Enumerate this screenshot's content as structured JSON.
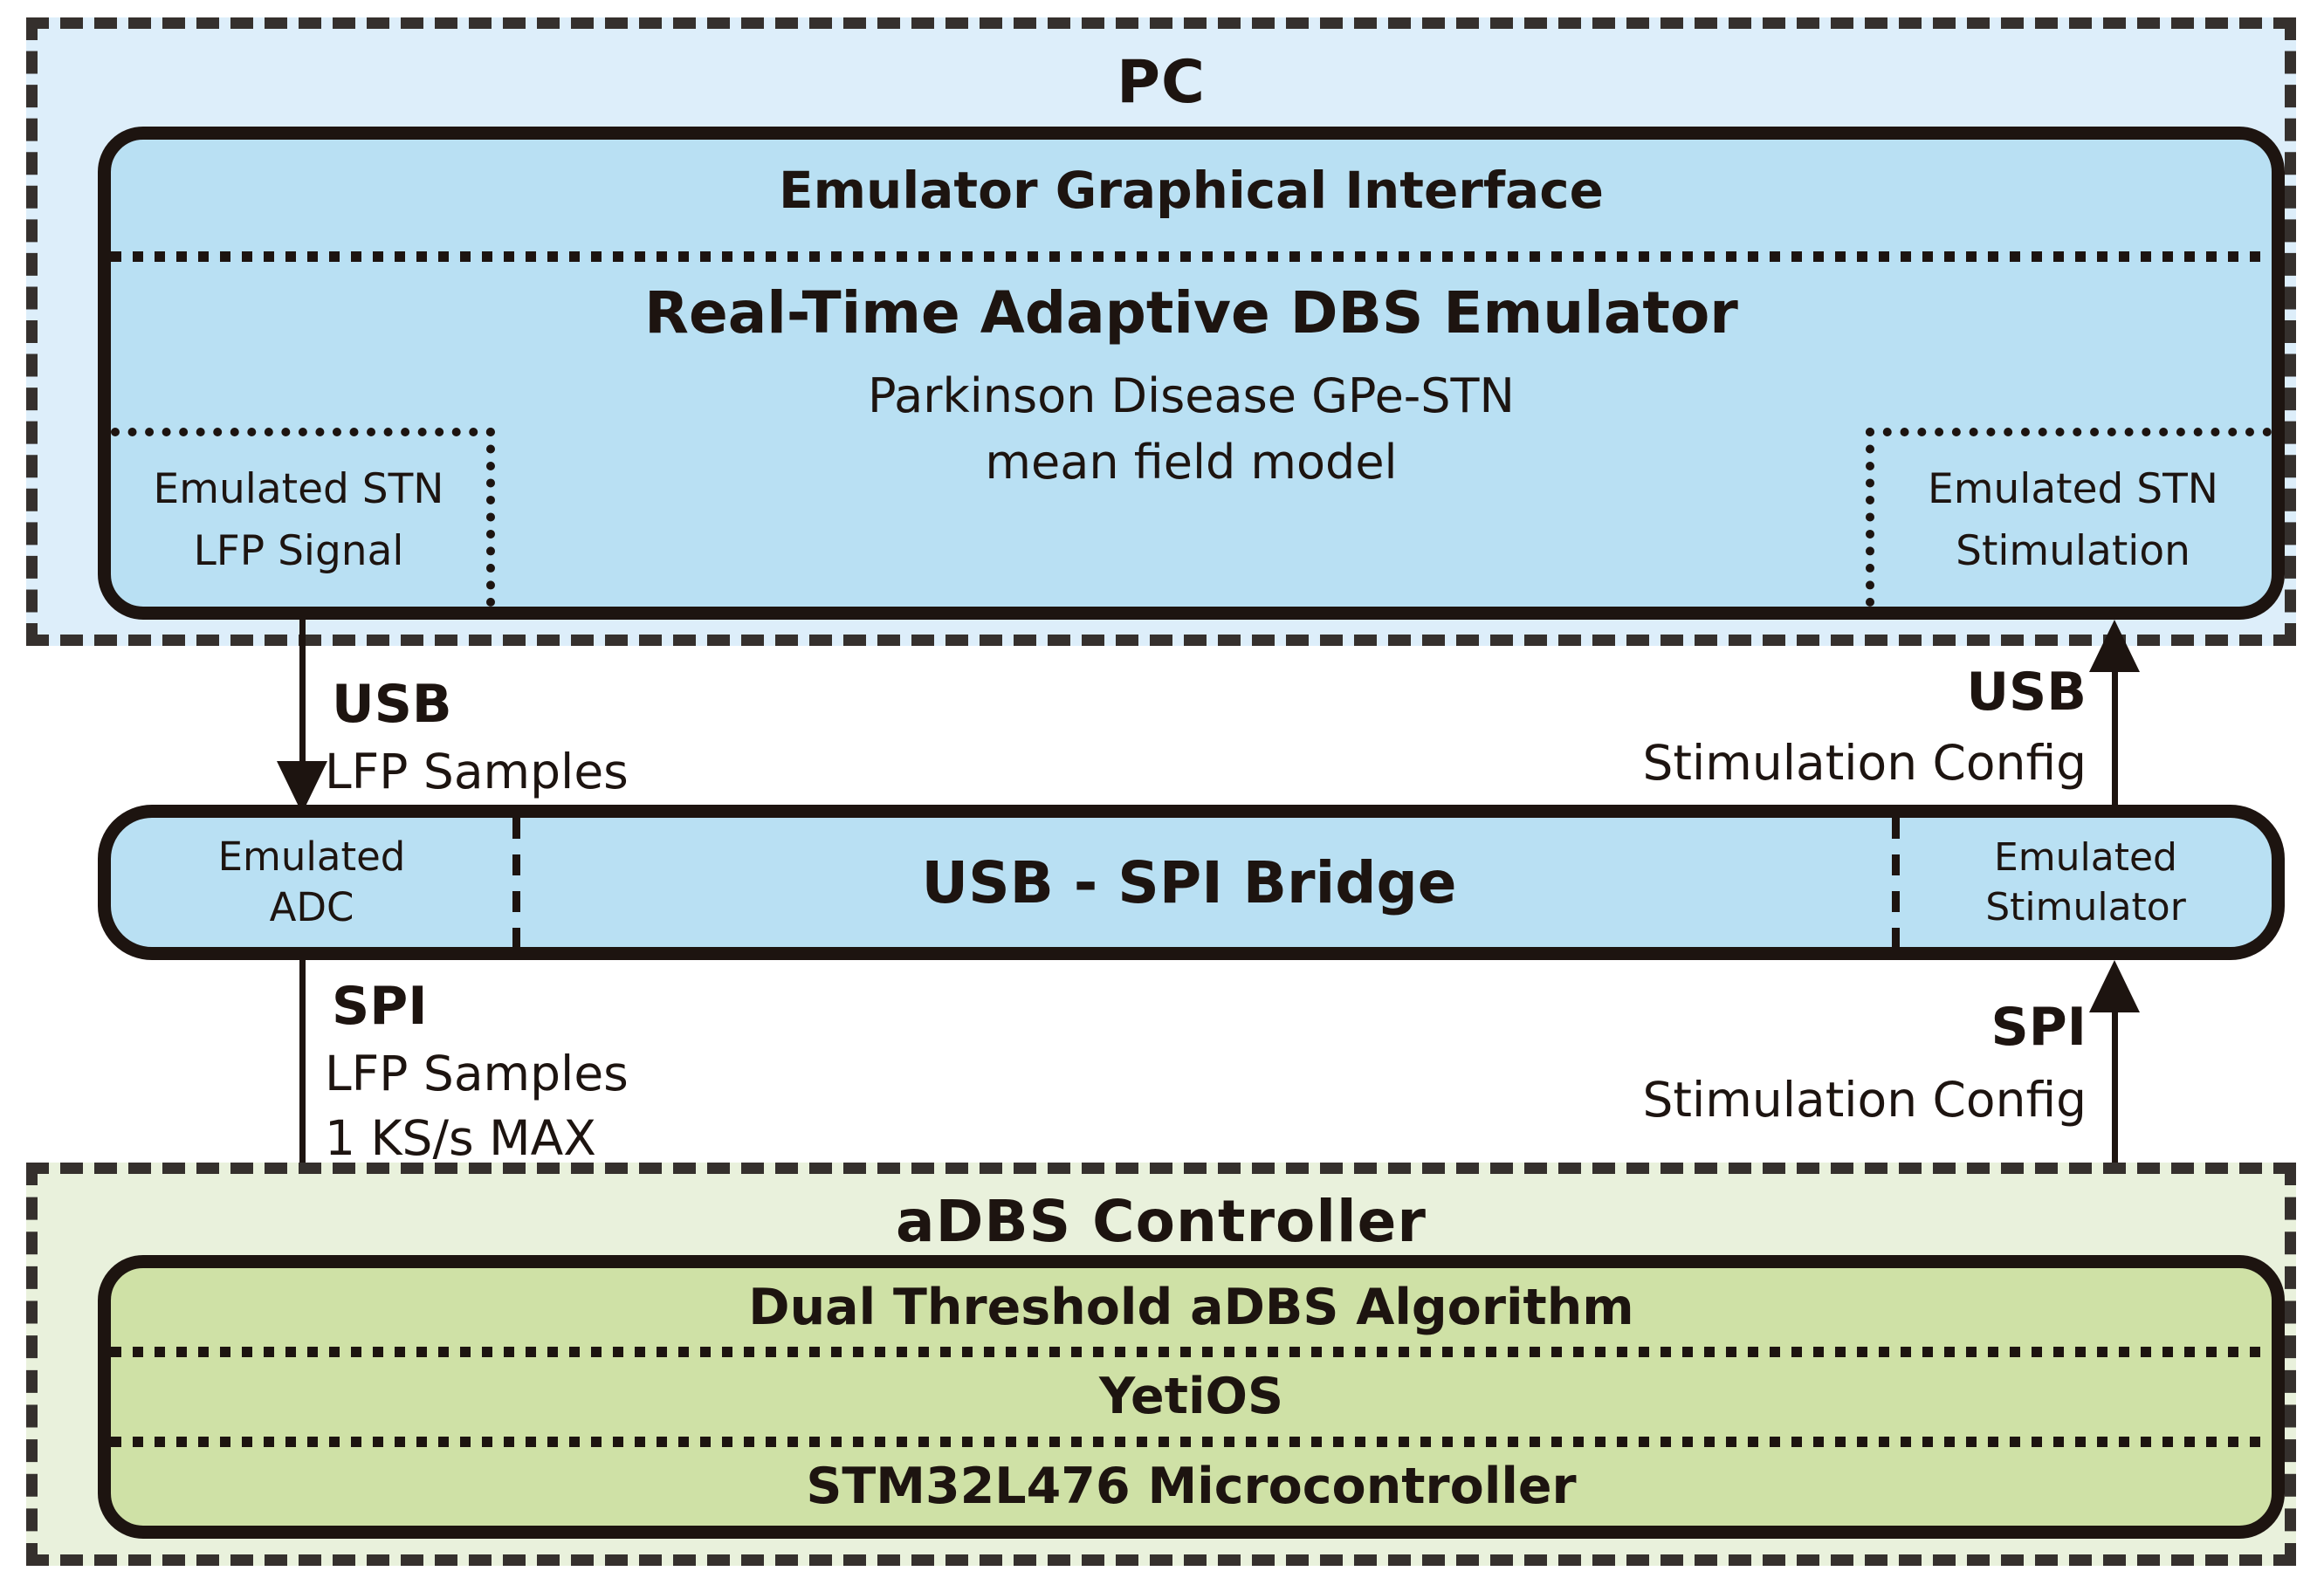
{
  "colors": {
    "pc_bg": "#ddeefa",
    "panel_blue": "#b9e0f3",
    "ctl_bg": "#e9f1dc",
    "panel_green": "#cfe1a6",
    "ink": "#1d1410",
    "dash": "#35302d"
  },
  "pc": {
    "title": "PC",
    "emulator": {
      "header": "Emulator Graphical Interface",
      "title": "Real-Time Adaptive DBS Emulator",
      "subtitle1": "Parkinson Disease GPe-STN",
      "subtitle2": "mean field model",
      "left_port": {
        "line1": "Emulated STN",
        "line2": "LFP Signal"
      },
      "right_port": {
        "line1": "Emulated STN",
        "line2": "Stimulation"
      }
    }
  },
  "bridge": {
    "title": "USB - SPI Bridge",
    "left_port": {
      "line1": "Emulated",
      "line2": "ADC"
    },
    "right_port": {
      "line1": "Emulated",
      "line2": "Stimulator"
    }
  },
  "controller": {
    "title": "aDBS Controller",
    "layers": {
      "algorithm": "Dual Threshold aDBS Algorithm",
      "os": "YetiOS",
      "mcu": "STM32L476 Microcontroller"
    }
  },
  "links": {
    "usb_down": {
      "protocol": "USB",
      "payload": "LFP Samples"
    },
    "usb_up": {
      "protocol": "USB",
      "payload": "Stimulation Config"
    },
    "spi_down": {
      "protocol": "SPI",
      "payload": "LFP Samples",
      "note": "1 KS/s MAX"
    },
    "spi_up": {
      "protocol": "SPI",
      "payload": "Stimulation Config"
    }
  }
}
